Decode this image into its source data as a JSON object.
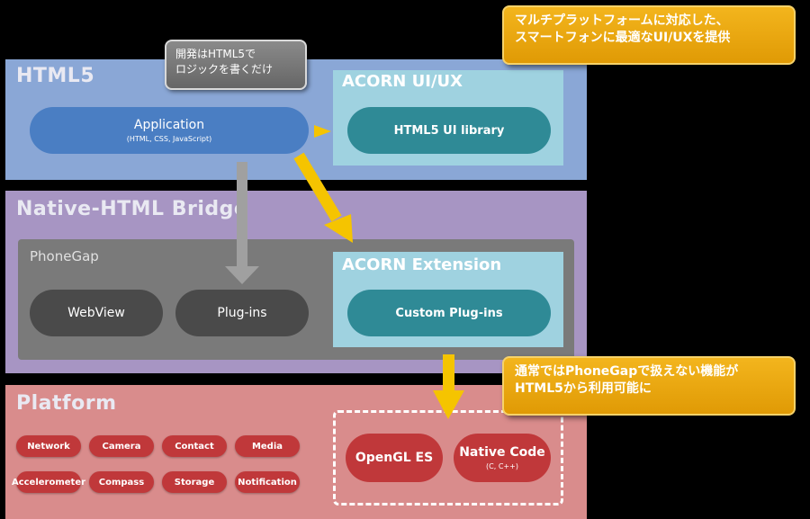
{
  "layers": {
    "html5": "HTML5",
    "bridge": "Native-HTML Bridge",
    "platform": "Platform"
  },
  "application": {
    "label": "Application",
    "sub": "(HTML, CSS, JavaScript)"
  },
  "acorn_uiux": {
    "title": "ACORN UI/UX",
    "library": "HTML5 UI library"
  },
  "phonegap": {
    "title": "PhoneGap",
    "webview": "WebView",
    "plugins": "Plug-ins"
  },
  "acorn_ext": {
    "title": "ACORN Extension",
    "custom": "Custom Plug-ins"
  },
  "platform_items": [
    "Network",
    "Camera",
    "Contact",
    "Media",
    "Accelerometer",
    "Compass",
    "Storage",
    "Notification"
  ],
  "native": {
    "opengl": "OpenGL ES",
    "native_code": "Native Code",
    "native_sub": "(C, C++)"
  },
  "callouts": {
    "gray_line1": "開発はHTML5で",
    "gray_line2": "ロジックを書くだけ",
    "top_line1": "マルチプラットフォームに対応した、",
    "top_line2": "スマートフォンに最適なUI/UXを提供",
    "mid_line1": "通常ではPhoneGapで扱えない機能が",
    "mid_line2": "HTML5から利用可能に"
  },
  "colors": {
    "html5_band": "#8aa7d6",
    "bridge_band": "#a795c3",
    "platform_band": "#d98c8c",
    "acorn_panel": "#9fd2e0",
    "teal_pill": "#2f8a96",
    "blue_pill": "#4a7ec3",
    "dark_pill": "#4a4a4a",
    "red_pill": "#c0383a",
    "arrow_yellow": "#f5c400",
    "arrow_gray": "#a0a0a0"
  }
}
